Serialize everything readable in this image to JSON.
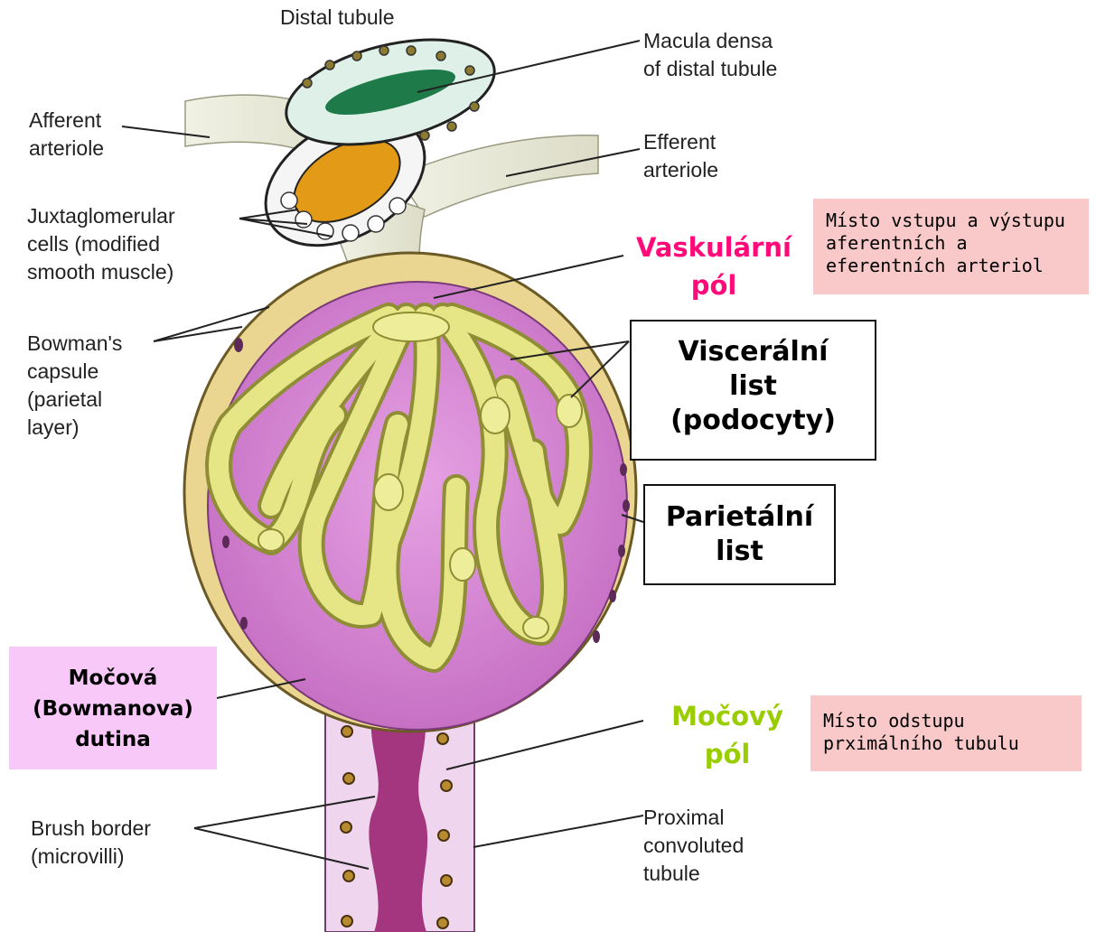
{
  "labels": {
    "distal_tubule": "Distal tubule",
    "macula_densa": [
      "Macula densa",
      "of distal tubule"
    ],
    "afferent": [
      "Afferent",
      "arteriole"
    ],
    "efferent": [
      "Efferent",
      "arteriole"
    ],
    "juxtaglomerular": [
      "Juxtaglomerular",
      "cells (modified",
      "smooth muscle)"
    ],
    "bowman": [
      "Bowman's",
      "capsule",
      "(parietal",
      "layer)"
    ],
    "brush_border": [
      "Brush border",
      "(microvilli)"
    ],
    "proximal": [
      "Proximal",
      "convoluted",
      "tubule"
    ]
  },
  "annotations": {
    "vaskularni_pol": [
      "Vaskulární",
      "pól"
    ],
    "mocovy_pol": [
      "Močový",
      "pól"
    ],
    "visceralni_list": [
      "Viscerální",
      "list",
      "(podocyty)"
    ],
    "parietalni_list": [
      "Parietální",
      "list"
    ],
    "mocova_dutina": [
      "Močová",
      "(Bowmanova)",
      "dutina"
    ],
    "misto_vstupu": [
      "Místo vstupu a výstupu",
      "aferentních a",
      "eferentních arteriol"
    ],
    "misto_odstupu": [
      "Místo odstupu",
      "prximálního tubulu"
    ]
  },
  "colors": {
    "vaskularni": "#ff0a78",
    "mocovy": "#9acd00",
    "capsule_fill": "#d980d8",
    "capsule_rim": "#e8d590",
    "podocyte": "#e8e88a",
    "pink_note": "#f9c9c9",
    "lilac_note": "#f8c8f8"
  }
}
